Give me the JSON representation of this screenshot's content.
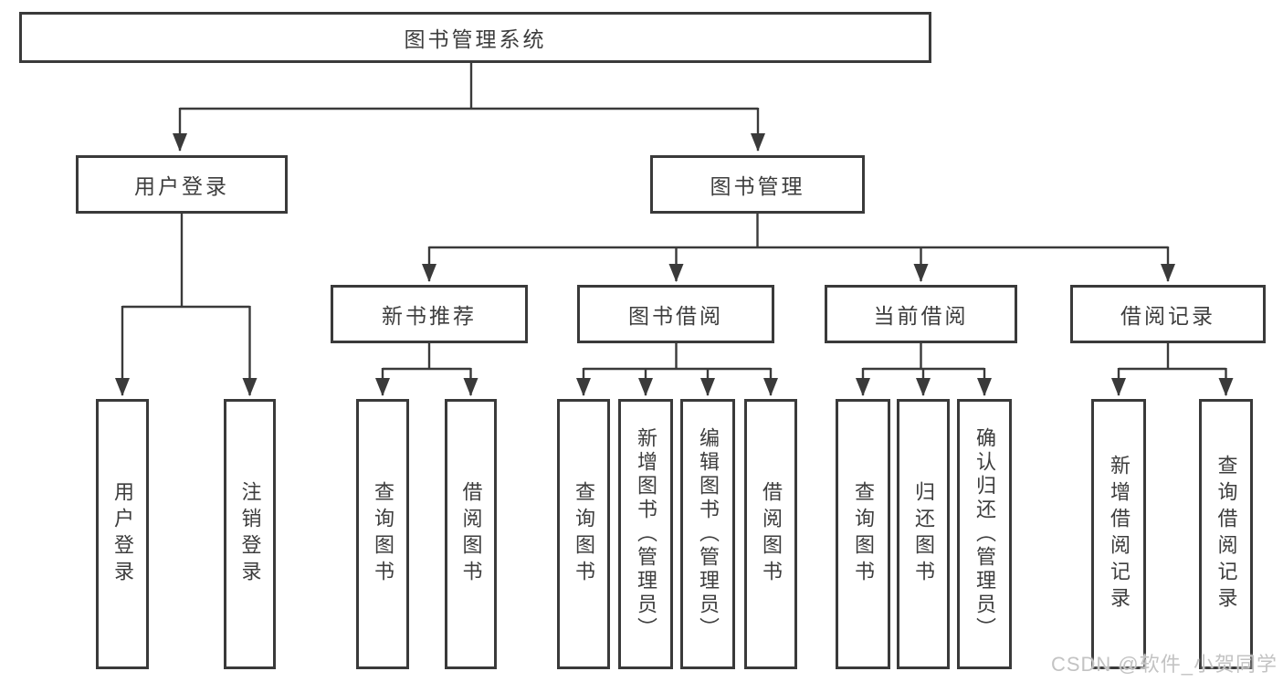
{
  "diagram": {
    "type": "tree",
    "root": {
      "label": "图书管理系统"
    },
    "branches": [
      {
        "label": "用户登录",
        "children": [
          {
            "label": "用户登录"
          },
          {
            "label": "注销登录"
          }
        ]
      },
      {
        "label": "图书管理",
        "children": [
          {
            "label": "新书推荐",
            "children": [
              {
                "label": "查询图书"
              },
              {
                "label": "借阅图书"
              }
            ]
          },
          {
            "label": "图书借阅",
            "children": [
              {
                "label": "查询图书"
              },
              {
                "label": "新增图书（管理员）"
              },
              {
                "label": "编辑图书（管理员）"
              },
              {
                "label": "借阅图书"
              }
            ]
          },
          {
            "label": "当前借阅",
            "children": [
              {
                "label": "查询图书"
              },
              {
                "label": "归还图书"
              },
              {
                "label": "确认归还（管理员）"
              }
            ]
          },
          {
            "label": "借阅记录",
            "children": [
              {
                "label": "新增借阅记录"
              },
              {
                "label": "查询借阅记录"
              }
            ]
          }
        ]
      }
    ]
  },
  "watermark": {
    "text": "CSDN @软件_小贺同学",
    "color": "#c3c3c3"
  },
  "colors": {
    "line": "#3a3a3a",
    "box_border": "#3a3a3a",
    "box_fill": "#ffffff",
    "text": "#3d3d3d",
    "background": "#ffffff"
  }
}
